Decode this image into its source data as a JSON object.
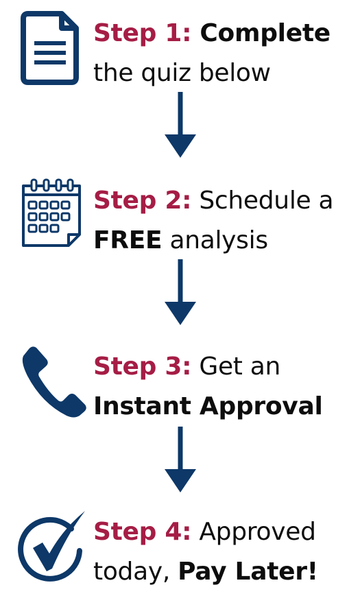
{
  "colors": {
    "navy": "#0d3868",
    "accent": "#a51d45",
    "text": "#0d0d0d"
  },
  "steps": [
    {
      "icon": "document-icon",
      "lead": "Step 1:",
      "line1_rest": " Complete",
      "line1_rest_bold": true,
      "line2_normal": "the quiz below",
      "line2_bold": ""
    },
    {
      "icon": "calendar-icon",
      "lead": "Step 2:",
      "line1_rest": " Schedule a",
      "line1_rest_bold": false,
      "line2_bold": "FREE",
      "line2_normal": " analysis"
    },
    {
      "icon": "phone-icon",
      "lead": "Step 3:",
      "line1_rest": " Get an",
      "line1_rest_bold": false,
      "line2_bold": "Instant Approval",
      "line2_normal": ""
    },
    {
      "icon": "checkmark-circle-icon",
      "lead": "Step 4:",
      "line1_rest": " Approved",
      "line1_rest_bold": false,
      "line2_normal": "today, ",
      "line2_bold": "Pay Later!"
    }
  ]
}
